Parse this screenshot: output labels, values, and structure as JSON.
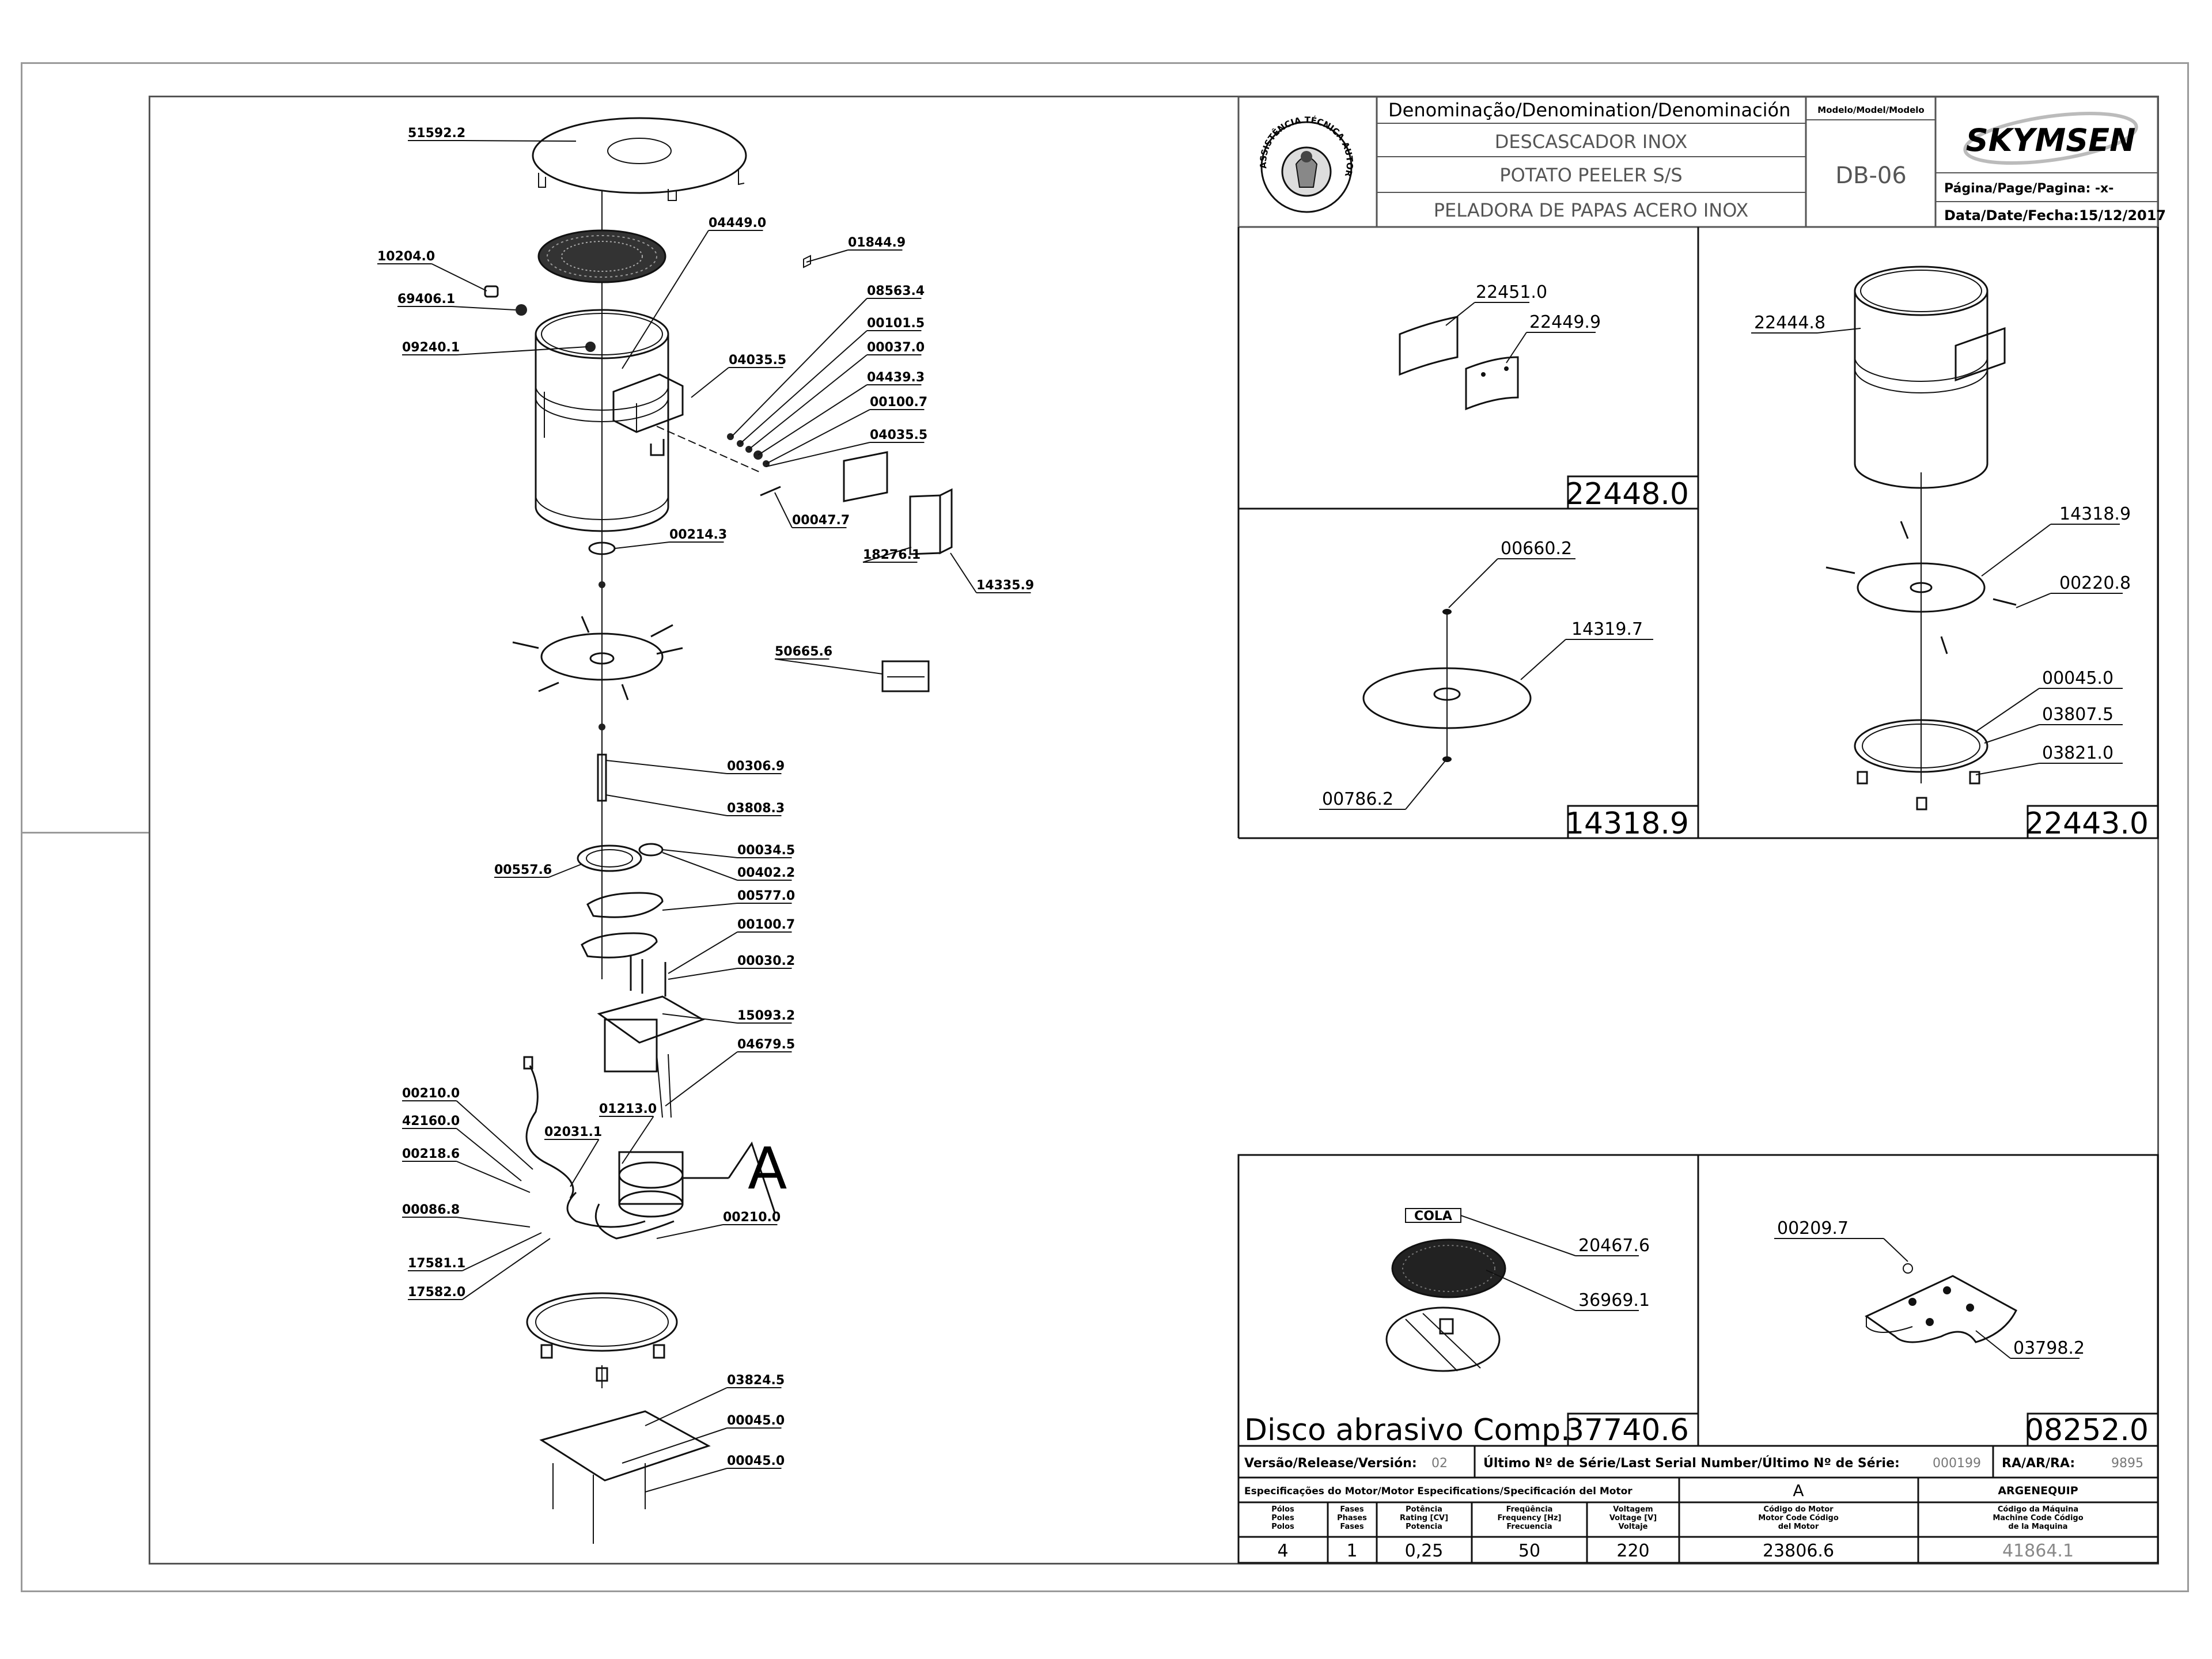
{
  "title_block": {
    "denomination_header": "Denominação/Denomination/Denominación",
    "model_header": "Modelo/Model/Modelo",
    "name_pt": "DESCASCADOR INOX",
    "name_en": "POTATO PEELER S/S",
    "name_es": "PELADORA DE PAPAS ACERO INOX",
    "model": "DB-06",
    "brand": "SKYMSEN",
    "page_label": "Página/Page/Pagina: -x-",
    "date_label": "Data/Date/Fecha:15/12/2017",
    "seal_text": "ASSISTÊNCIA TÉCNICA AUTORIZADA"
  },
  "main_labels": [
    "51592.2",
    "10204.0",
    "69406.1",
    "09240.1",
    "04449.0",
    "01844.9",
    "08563.4",
    "00101.5",
    "00037.0",
    "04035.5",
    "04439.3",
    "00100.7",
    "04035.5",
    "00047.7",
    "00214.3",
    "18276.1",
    "14335.9",
    "50665.6",
    "00306.9",
    "03808.3",
    "00557.6",
    "00034.5",
    "00402.2",
    "00577.0",
    "00100.7",
    "00030.2",
    "15093.2",
    "04679.5",
    "00210.0",
    "42160.0",
    "00218.6",
    "02031.1",
    "01213.0",
    "00086.8",
    "00210.0",
    "17581.1",
    "17582.0",
    "03824.5",
    "00045.0",
    "00045.0"
  ],
  "callout_A": "A",
  "detail_22448": {
    "labels": [
      "22451.0",
      "22449.9"
    ],
    "code": "22448.0"
  },
  "detail_14318": {
    "labels": [
      "00660.2",
      "14319.7",
      "00786.2"
    ],
    "code": "14318.9"
  },
  "detail_22443": {
    "labels": [
      "22444.8",
      "14318.9",
      "00220.8",
      "00045.0",
      "03807.5",
      "03821.0"
    ],
    "code": "22443.0"
  },
  "detail_disco": {
    "cola": "COLA",
    "labels": [
      "20467.6",
      "36969.1"
    ],
    "title": "Disco abrasivo Comp.",
    "code": "37740.6"
  },
  "detail_08252": {
    "labels": [
      "00209.7",
      "03798.2"
    ],
    "code": "08252.0"
  },
  "release": {
    "label": "Versão/Release/Versión:",
    "value": "02",
    "serial_label": "Último Nº de Série/Last Serial Number/Último Nº de Série:",
    "serial_value": "000199",
    "ra_label": "RA/AR/RA:",
    "ra_value": "9895"
  },
  "motor": {
    "spec_header": "Especificações do Motor/Motor Especifications/Specificación del Motor",
    "revision": "A",
    "maker": "ARGENEQUIP",
    "col_poles": "Pólos Poles Polos",
    "col_phases": "Fases Phases Fases",
    "col_power": "Potência Rating [CV] Potencia",
    "col_freq": "Freqüência Frequency [Hz] Frecuencia",
    "col_volt": "Voltagem Voltage [V] Voltaje",
    "col_motor_code": "Código do Motor Motor Code Código del Motor",
    "col_machine_code": "Código da Máquina Machine Code Código de la Maquina",
    "poles": "4",
    "phases": "1",
    "power": "0,25",
    "frequency": "50",
    "voltage": "220",
    "motor_code": "23806.6",
    "machine_code": "41864.1"
  }
}
